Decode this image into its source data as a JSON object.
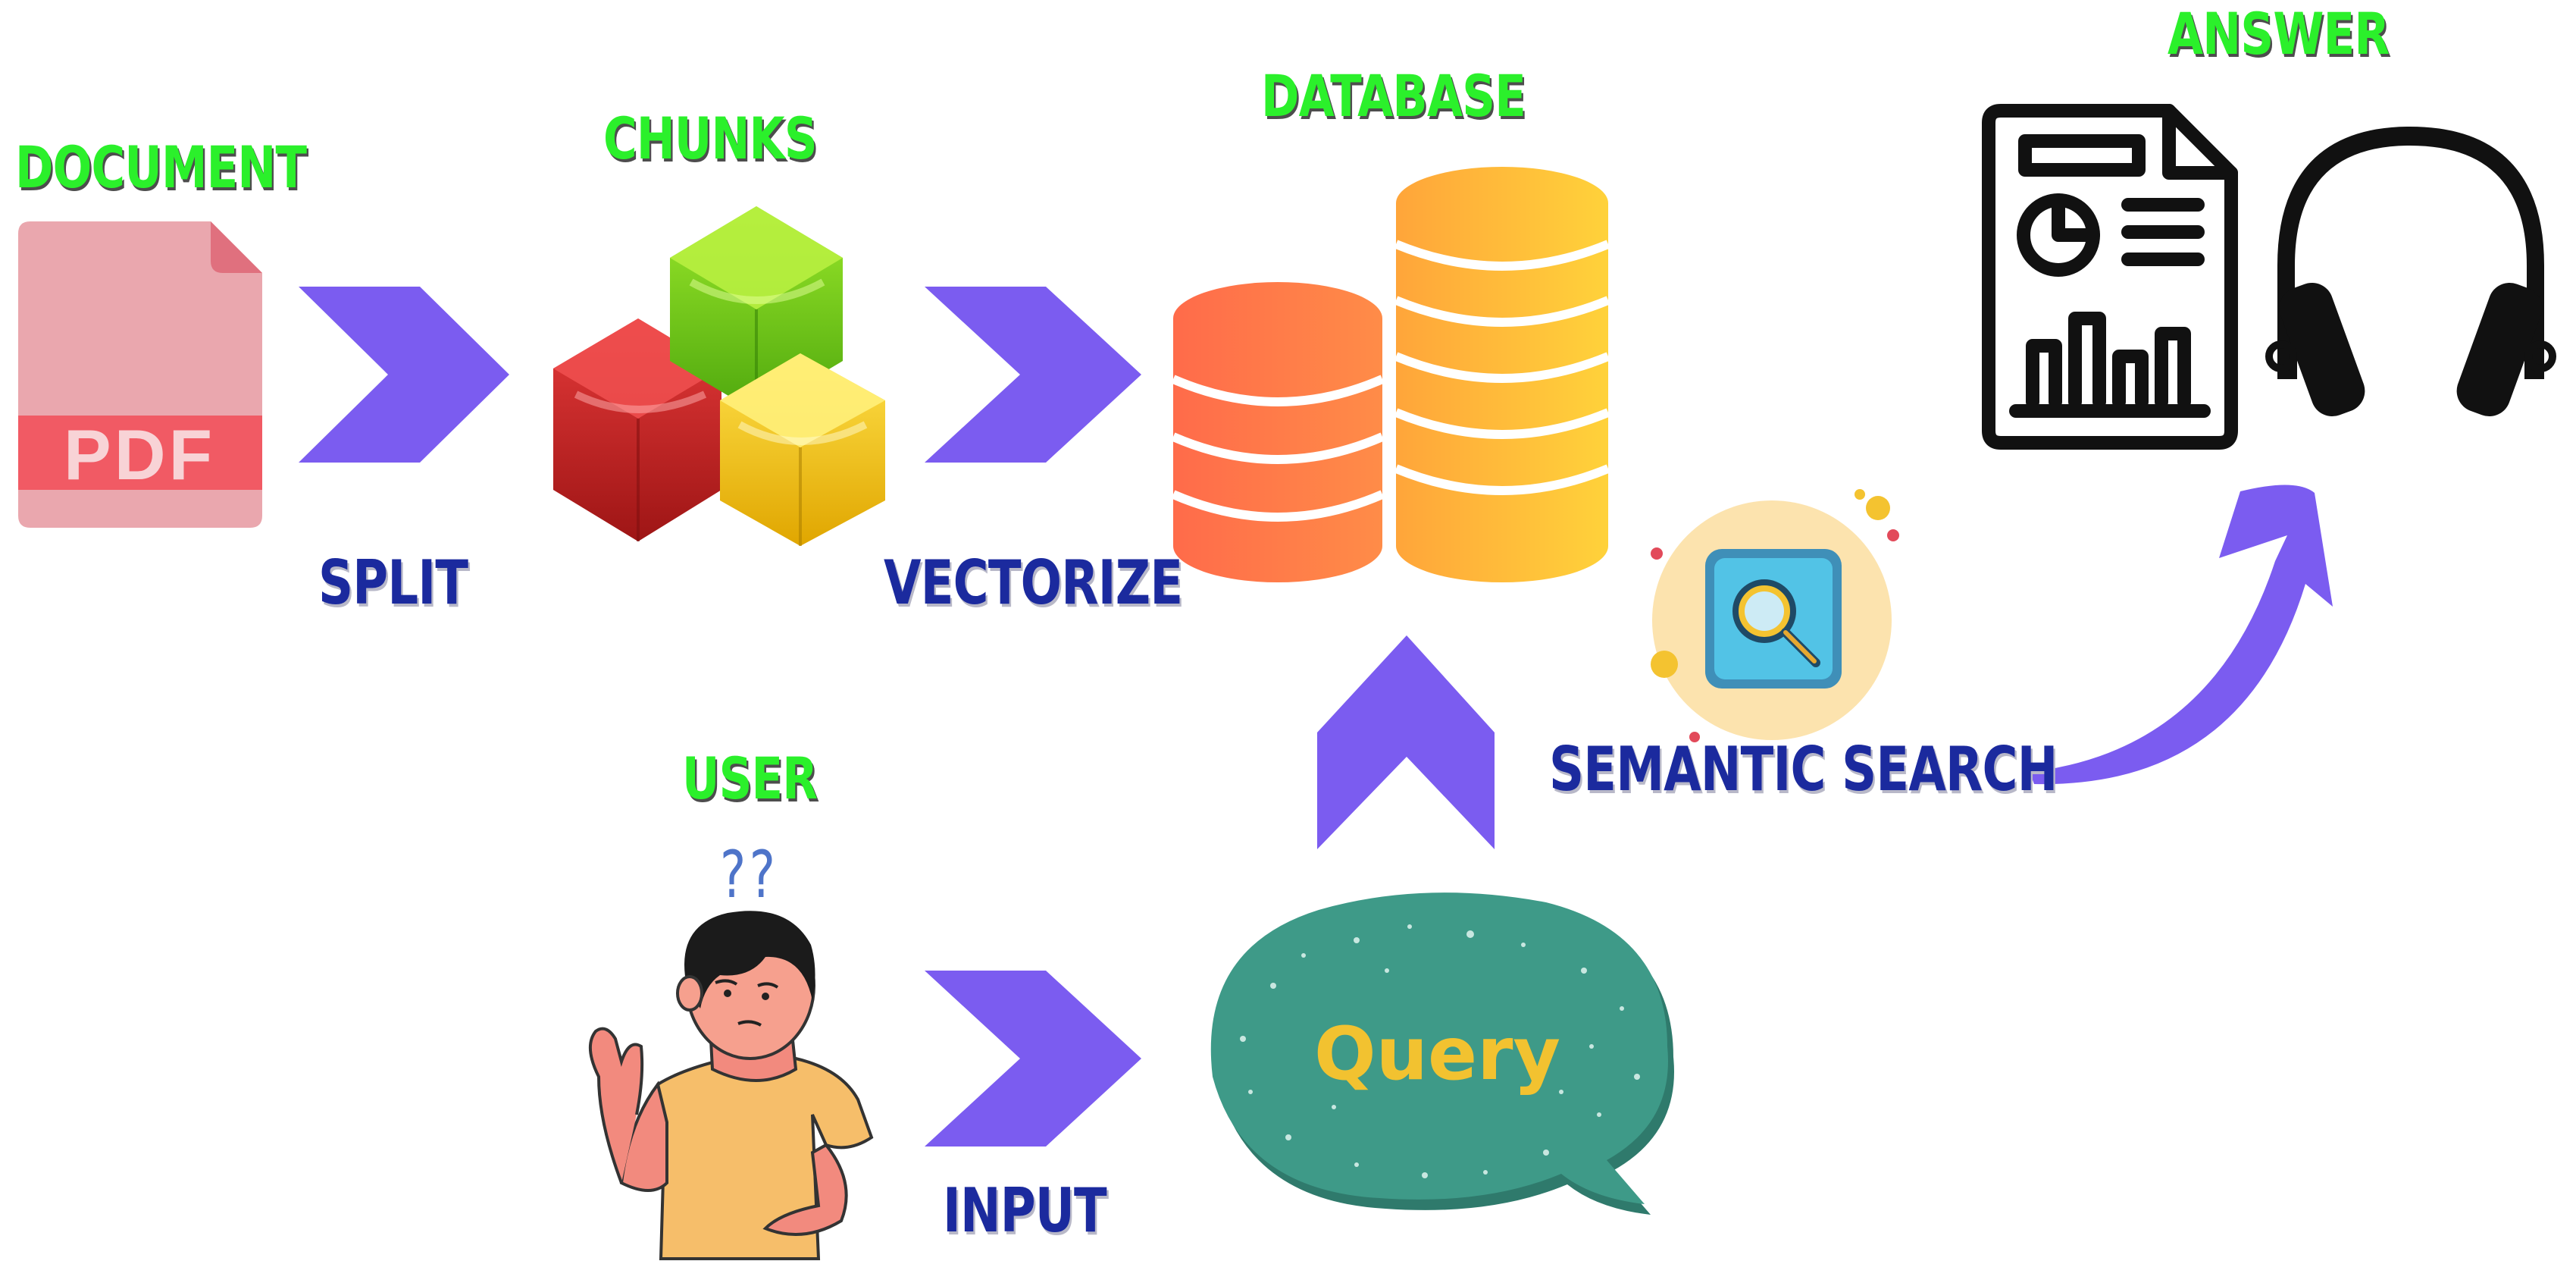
{
  "labels": {
    "document": "DOCUMENT",
    "chunks": "CHUNKS",
    "database": "DATABASE",
    "answer": "ANSWER",
    "user": "USER",
    "split": "SPLIT",
    "vectorize": "VECTORIZE",
    "semantic_search": "SEMANTIC SEARCH",
    "input": "INPUT"
  },
  "pdf_icon_text": "PDF",
  "user_question_marks": "??",
  "query_bubble_text": "Query",
  "colors": {
    "title_green": "#2BF02B",
    "step_blue": "#1B2A9E",
    "arrow_purple": "#7B5CF0",
    "query_bubble": "#3E9A88",
    "query_text": "#F2C230"
  },
  "icons": [
    "pdf-file-icon",
    "cubes-icon",
    "database-icon",
    "magnifier-icon",
    "report-icon",
    "headphones-icon",
    "user-avatar",
    "speech-bubble-icon"
  ]
}
